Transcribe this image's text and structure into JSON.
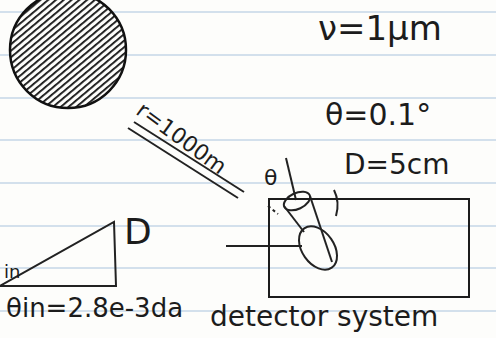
{
  "diagram": {
    "nodes": [
      {
        "text": [
          "detector system"
        ]
      }
    ],
    "labels": [
      "ν=1μm",
      "θ=0.1°",
      "D=5cm",
      "r=1000m",
      "θ",
      "D",
      "in",
      "θin=2.8e-3da"
    ]
  }
}
